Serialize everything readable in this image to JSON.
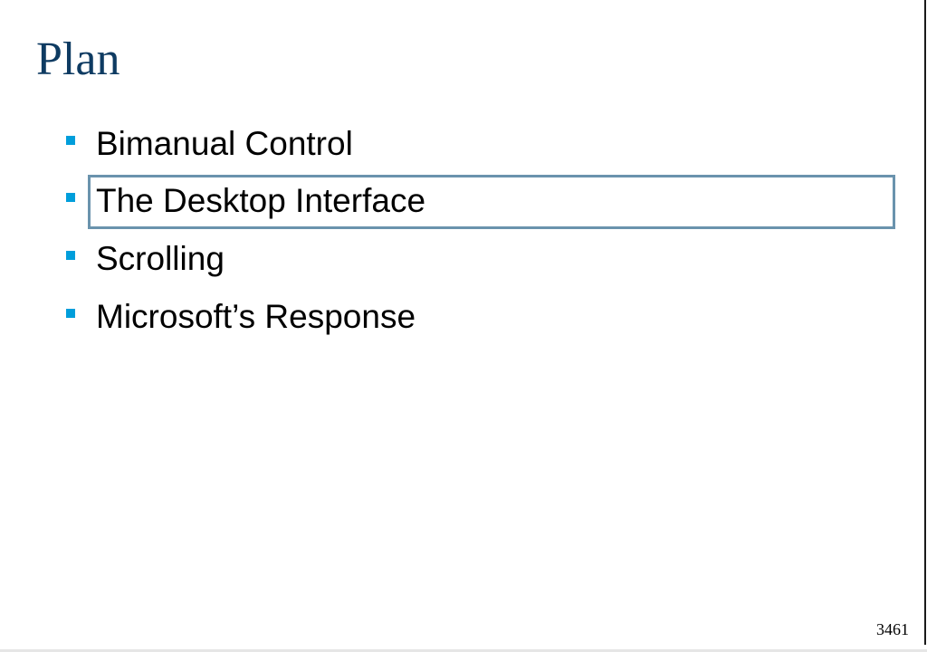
{
  "slide": {
    "title": "Plan",
    "bullets": [
      {
        "label": "Bimanual Control",
        "highlighted": false
      },
      {
        "label": "The Desktop Interface",
        "highlighted": true
      },
      {
        "label": "Scrolling",
        "highlighted": false
      },
      {
        "label": "Microsoft’s Response",
        "highlighted": false
      }
    ],
    "page_number": "3461"
  },
  "colors": {
    "title": "#0e3b62",
    "bullet_marker": "#009edb",
    "highlight_border": "#6a93ad",
    "text": "#000000"
  },
  "icons": {
    "bullet_marker": "square-bullet-icon"
  }
}
